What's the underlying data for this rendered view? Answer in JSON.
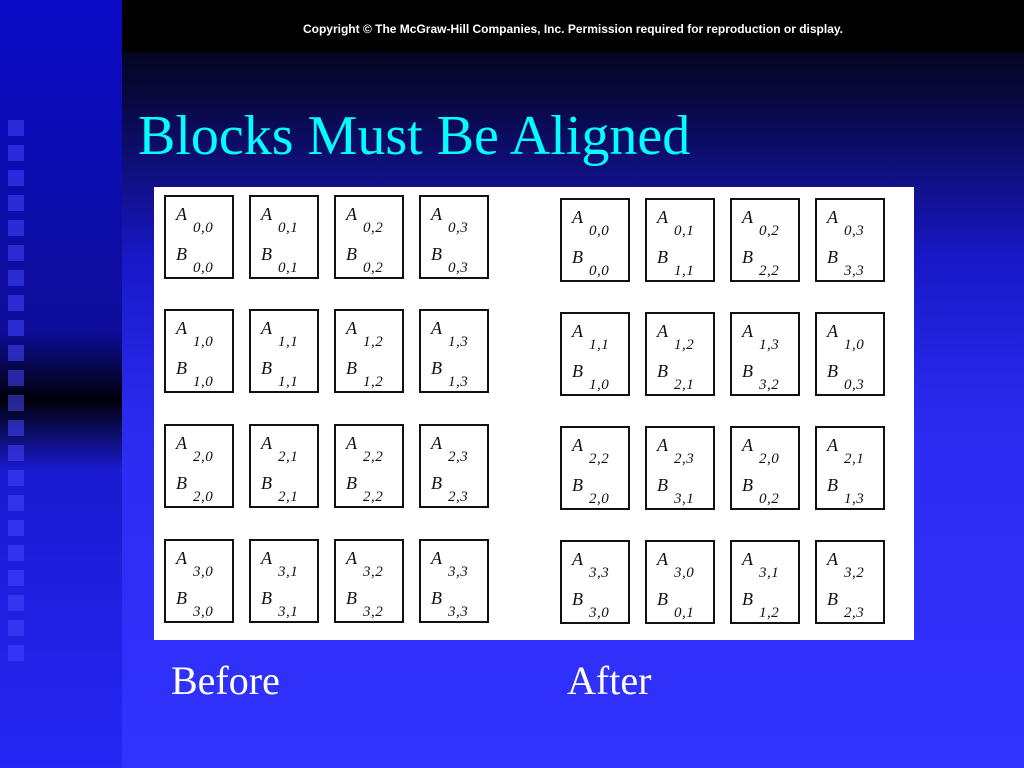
{
  "slide": {
    "copyright": "Copyright © The McGraw-Hill Companies, Inc. Permission required for reproduction or display.",
    "title": "Blocks Must Be Aligned",
    "captions": {
      "before": "Before",
      "after": "After"
    }
  },
  "colors": {
    "title": "#00ffff",
    "background": "#3232ff",
    "caption": "#ffffff"
  },
  "figure": {
    "block_labels": {
      "a": "A",
      "b": "B"
    },
    "before": [
      [
        {
          "a": "0,0",
          "b": "0,0"
        },
        {
          "a": "0,1",
          "b": "0,1"
        },
        {
          "a": "0,2",
          "b": "0,2"
        },
        {
          "a": "0,3",
          "b": "0,3"
        }
      ],
      [
        {
          "a": "1,0",
          "b": "1,0"
        },
        {
          "a": "1,1",
          "b": "1,1"
        },
        {
          "a": "1,2",
          "b": "1,2"
        },
        {
          "a": "1,3",
          "b": "1,3"
        }
      ],
      [
        {
          "a": "2,0",
          "b": "2,0"
        },
        {
          "a": "2,1",
          "b": "2,1"
        },
        {
          "a": "2,2",
          "b": "2,2"
        },
        {
          "a": "2,3",
          "b": "2,3"
        }
      ],
      [
        {
          "a": "3,0",
          "b": "3,0"
        },
        {
          "a": "3,1",
          "b": "3,1"
        },
        {
          "a": "3,2",
          "b": "3,2"
        },
        {
          "a": "3,3",
          "b": "3,3"
        }
      ]
    ],
    "after": [
      [
        {
          "a": "0,0",
          "b": "0,0"
        },
        {
          "a": "0,1",
          "b": "1,1"
        },
        {
          "a": "0,2",
          "b": "2,2"
        },
        {
          "a": "0,3",
          "b": "3,3"
        }
      ],
      [
        {
          "a": "1,1",
          "b": "1,0"
        },
        {
          "a": "1,2",
          "b": "2,1"
        },
        {
          "a": "1,3",
          "b": "3,2"
        },
        {
          "a": "1,0",
          "b": "0,3"
        }
      ],
      [
        {
          "a": "2,2",
          "b": "2,0"
        },
        {
          "a": "2,3",
          "b": "3,1"
        },
        {
          "a": "2,0",
          "b": "0,2"
        },
        {
          "a": "2,1",
          "b": "1,3"
        }
      ],
      [
        {
          "a": "3,3",
          "b": "3,0"
        },
        {
          "a": "3,0",
          "b": "0,1"
        },
        {
          "a": "3,1",
          "b": "1,2"
        },
        {
          "a": "3,2",
          "b": "2,3"
        }
      ]
    ]
  }
}
